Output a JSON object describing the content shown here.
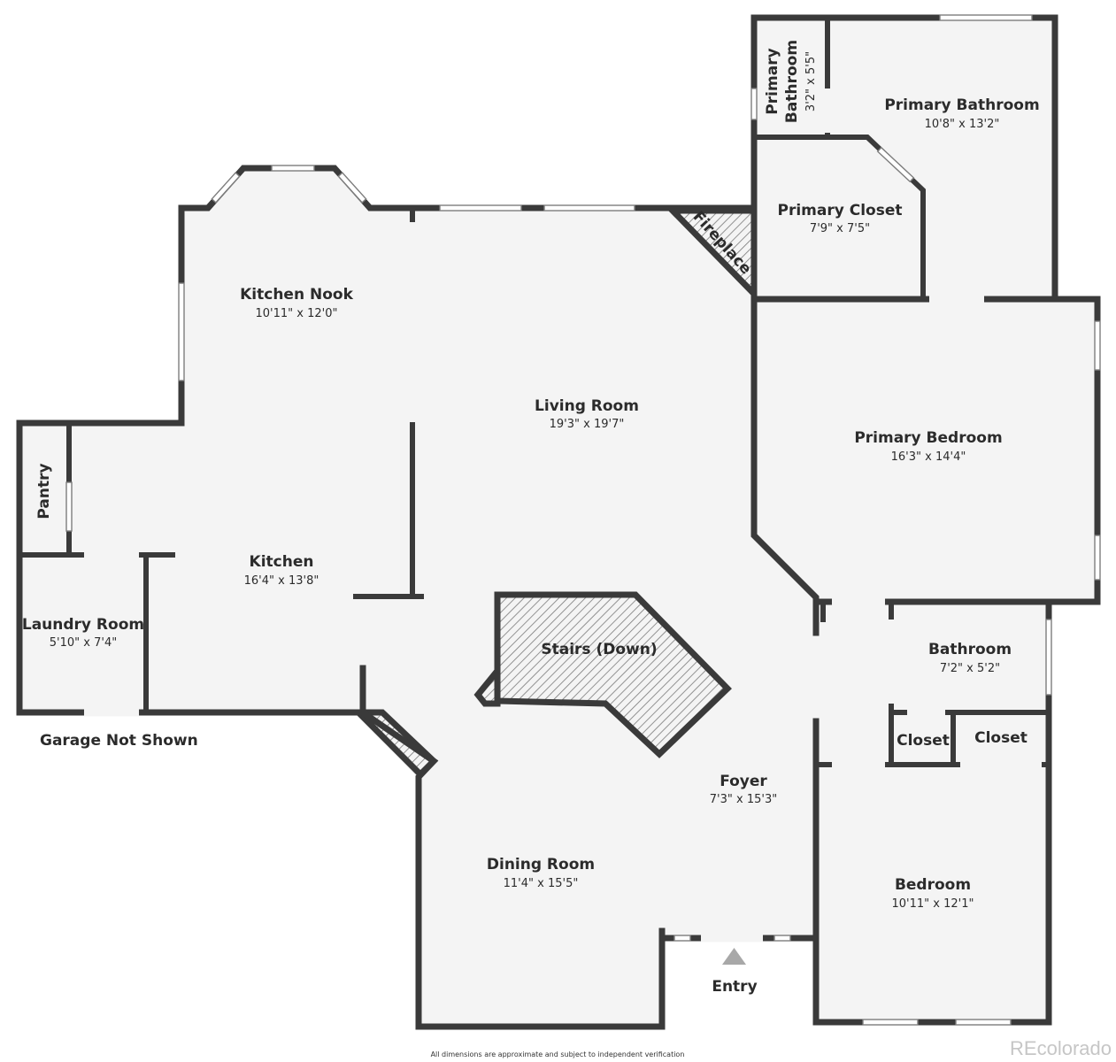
{
  "rooms": {
    "kitchen_nook": {
      "name": "Kitchen Nook",
      "dims": "10'11\" x 12'0\""
    },
    "living_room": {
      "name": "Living Room",
      "dims": "19'3\" x 19'7\""
    },
    "kitchen": {
      "name": "Kitchen",
      "dims": "16'4\" x 13'8\""
    },
    "pantry": {
      "name": "Pantry"
    },
    "laundry_room": {
      "name": "Laundry Room",
      "dims": "5'10\" x 7'4\""
    },
    "stairs": {
      "name": "Stairs (Down)"
    },
    "fireplace": {
      "name": "Fireplace"
    },
    "primary_bathroom_small": {
      "name": "Primary Bathroom",
      "dims": "3'2\" x 5'5\""
    },
    "primary_bathroom": {
      "name": "Primary Bathroom",
      "dims": "10'8\" x 13'2\""
    },
    "primary_closet": {
      "name": "Primary Closet",
      "dims": "7'9\" x 7'5\""
    },
    "primary_bedroom": {
      "name": "Primary Bedroom",
      "dims": "16'3\" x 14'4\""
    },
    "bathroom": {
      "name": "Bathroom",
      "dims": "7'2\" x 5'2\""
    },
    "closet_1": {
      "name": "Closet"
    },
    "closet_2": {
      "name": "Closet"
    },
    "foyer": {
      "name": "Foyer",
      "dims": "7'3\" x 15'3\""
    },
    "dining_room": {
      "name": "Dining Room",
      "dims": "11'4\" x 15'5\""
    },
    "bedroom": {
      "name": "Bedroom",
      "dims": "10'11\" x 12'1\""
    }
  },
  "labels": {
    "garage_note": "Garage Not Shown",
    "entry": "Entry",
    "disclaimer": "All dimensions are approximate and subject to independent verification",
    "watermark": "REcolorado"
  },
  "colors": {
    "wall": "#3a3a3a",
    "floor": "#f4f4f4",
    "hatch": "#7a7a7a",
    "entry_marker": "#a8a8a8",
    "watermark": "#c6c6c6"
  }
}
